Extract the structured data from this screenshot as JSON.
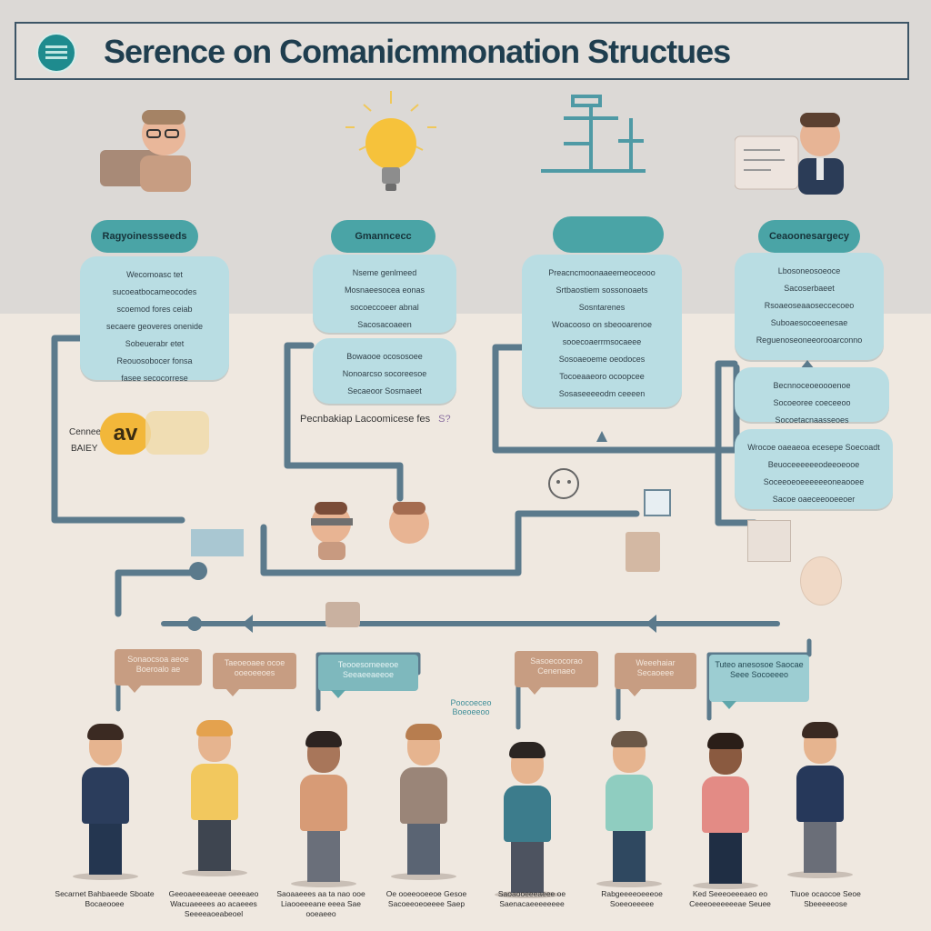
{
  "header": {
    "title": "Serence on Comanicmmonation Structues",
    "logo_icon": "logo-badge-icon"
  },
  "colors": {
    "accent_teal": "#4aa4a6",
    "card_blue": "#b9dde3",
    "navy": "#1f3e4f",
    "wire": "#5b7a8c",
    "tan": "#c79d82"
  },
  "columns": [
    {
      "pill": "Ragyoinessseeds",
      "card1": [
        "Wecomoasc tet",
        "sucoeatbocameocodes",
        "scoemod fores ceiab",
        "secaere geoveres onenide"
      ],
      "card2": [
        "Sobeuerabr etet",
        "Reouosobocer fonsa",
        "fasee secocorrese"
      ],
      "icon": "teacher-at-desk-icon"
    },
    {
      "pill": "Gmanncecc",
      "card1": [
        "Nseme genlmeed",
        "Mosnaeesocea eonas",
        "socoeccoeer abnal",
        "Sacosacoaeen"
      ],
      "card2": [
        "Bowaooe ocososoee",
        "Nonoarcso socoreesoe",
        "Secaeoor Sosmaeet"
      ],
      "icon": "lightbulb-icon"
    },
    {
      "pill": "",
      "card1": [
        "Preacncmoonaaeemeoceooo",
        "Srtbaostiem sossonoaets",
        "Sosntarenes"
      ],
      "card2": [
        "Woacooso on sbeooarenoe",
        "sooecoaerrmsocaeee",
        "Sosoaeoeme oeodoces",
        "Tocoeaaeoro ocoopcee",
        "Sosaseeeeodm ceeeen"
      ],
      "icon": "chinese-glyph-icon"
    },
    {
      "pill": "Ceaoonesargecy",
      "card1": [
        "Lbosoneosoeoce",
        "Sacoserbaeet",
        "Rsoaeoseaaoseccecoeo",
        "Suboaesocoeenesae",
        "Reguenoseoneeorooarconno"
      ],
      "card2": [
        "Becnnoceoeoooenoe",
        "Socoeoree coeceeoo",
        "Socoetacnaasseoes"
      ],
      "card3": [
        "Wrocoe oaeaeoa ecesepe Soecoadt",
        "Beuoceeeeeeodeeoeooe",
        "Soceeoeoeeeeeeoneaooee",
        "Sacoe oaeceeooeeoer"
      ],
      "icon": "presenter-at-board-icon"
    }
  ],
  "middle_label": "Pecnbakiap Lacoomicese fes",
  "middle_label_suffix": "S?",
  "left_badge": {
    "label": "Cenneeer",
    "sub": "BAIEY",
    "text": "av"
  },
  "speech": [
    {
      "text": "Sonaocsoa aeoe Boeroalo ae"
    },
    {
      "text": "Taeoeoaee ocoe ooeoeeoes"
    },
    {
      "text": "Teooesomeeeoe Seeaeeaeeoe"
    },
    {
      "text": "Sasoecocorao Cenenaeo"
    },
    {
      "text": "Weeehaiar Secaoeee"
    },
    {
      "text": "Tuteo anesosoe Saocae Seee Socoeeeo"
    }
  ],
  "floating_note": "Poocoeceo Boeoeeoo",
  "captions": [
    "Secarnet Bahbaeede Sboate Bocaeooee",
    "Geeoaeeeaeeae oeeeaeo Wacuaeeees ao acaeees Seeeeaoeabeoel",
    "Saoaaeees aa ta nao ooe Liaooeeeane eeea Sae ooeaeeo",
    "Oe ooeeooeeoe Gesoe Sacoeeoeoeeee Saep",
    "Saoaooeeeaeee oe Saenacaeeeeeeee",
    "Rabgeeeeoeeeoe Soeeoeeeee",
    "Ked Seeeoeeeaeo eo Ceeeoeeeeeeae Seuee",
    "Tiuoe ocaocoe Seoe Sbeeeeeose"
  ]
}
